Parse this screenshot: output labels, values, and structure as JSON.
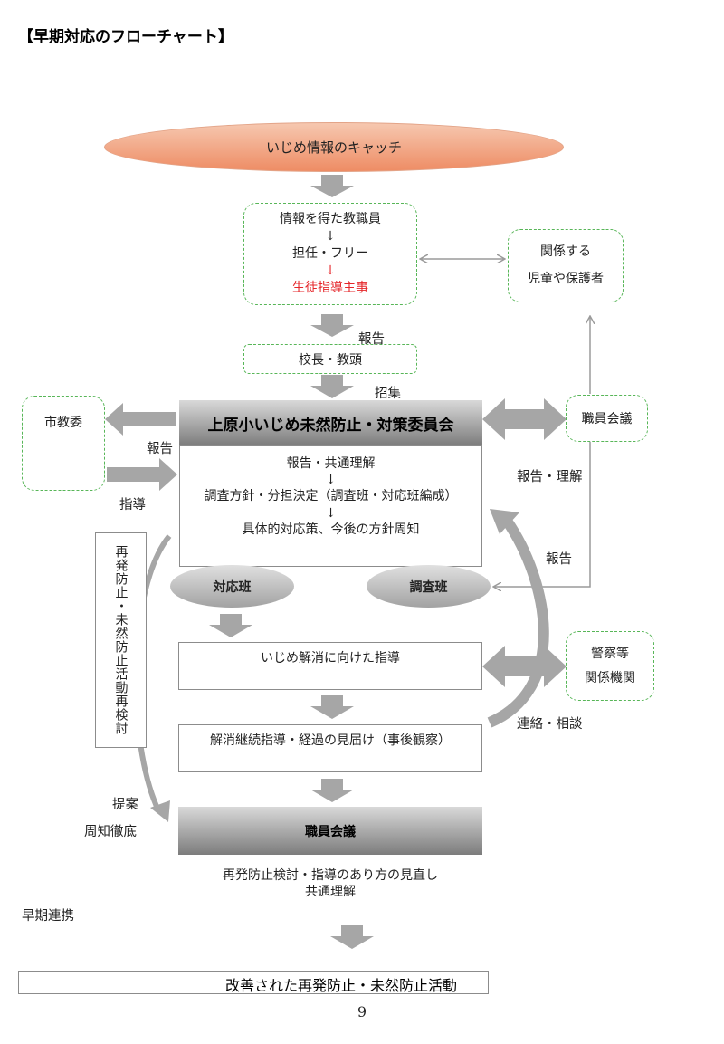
{
  "title": "【早期対応のフローチャート】",
  "nodes": {
    "catch": "いじめ情報のキャッチ",
    "teacher_line1": "情報を得た教職員",
    "teacher_arrow1": "↓",
    "teacher_line2": "担任・フリー",
    "teacher_arrow2": "↓",
    "teacher_line3": "生徒指導主事",
    "related_line1": "関係する",
    "related_line2": "児童や保護者",
    "principal": "校長・教頭",
    "committee": "上原小いじめ未然防止・対策委員会",
    "city_board": "市教委",
    "staff_meeting_right": "職員会議",
    "process_line1": "報告・共通理解",
    "process_arrow1": "↓",
    "process_line2": "調査方針・分担決定（調査班・対応班編成）",
    "process_arrow2": "↓",
    "process_line3": "具体的対応策、今後の方針周知",
    "response_team": "対応班",
    "investigation_team": "調査班",
    "guidance": "いじめ解消に向けた指導",
    "police_line1": "警察等",
    "police_line2": "関係機関",
    "followup": "解消継続指導・経過の見届け（事後観察）",
    "staff_meeting_bottom": "職員会議",
    "recurrence_review": "再発防止・未然防止活動再検討",
    "review_line1": "再発防止検討・指導のあり方の見直し",
    "review_line2": "共通理解",
    "result": "改善された再発防止・未然防止活動"
  },
  "labels": {
    "report_principal": "報告",
    "convene": "招集",
    "report_city": "報告",
    "instruct": "指導",
    "report_understand": "報告・理解",
    "report_right": "報告",
    "contact_consult": "連絡・相談",
    "proposal": "提案",
    "dissemination": "周知徹底",
    "early_link": "早期連携"
  },
  "page_number": "9",
  "colors": {
    "dashed_border": "#58b658",
    "catch_fill": "#ee8c64",
    "highlight_text": "#e5262a",
    "arrow_gray": "#a6a6a6"
  }
}
